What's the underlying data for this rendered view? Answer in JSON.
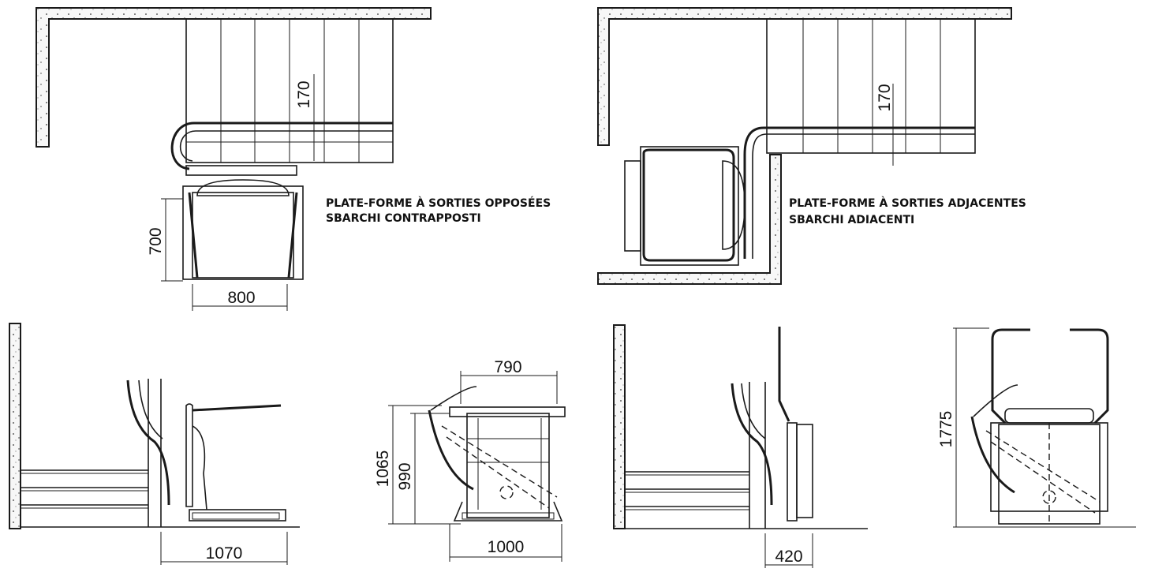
{
  "captions": {
    "opposite_fr": "PLATE-FORME À SORTIES OPPOSÉES",
    "opposite_it": "SBARCHI CONTRAPPOSTI",
    "adjacent_fr": "PLATE-FORME À SORTIES ADJACENTES",
    "adjacent_it": "SBARCHI ADIACENTI"
  },
  "dimensions": {
    "step_rise_left": "170",
    "step_rise_right": "170",
    "platform_depth": "700",
    "platform_width": "800",
    "side_clearance": "1070",
    "front_top_width": "790",
    "front_overall_height": "1065",
    "front_rail_height": "990",
    "front_base_width": "1000",
    "folded_depth": "420",
    "folded_height": "1775"
  }
}
